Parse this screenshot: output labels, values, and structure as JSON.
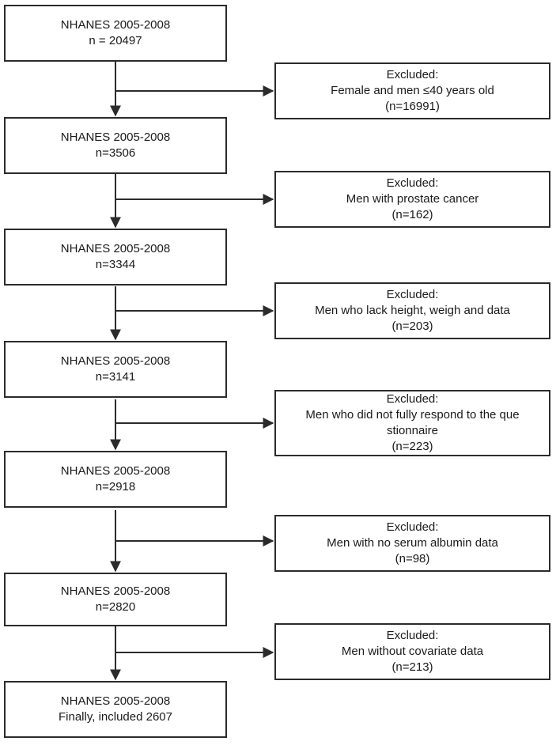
{
  "main_boxes": [
    {
      "title": "NHANES 2005-2008",
      "count": "n = 20497"
    },
    {
      "title": "NHANES 2005-2008",
      "count": "n=3506"
    },
    {
      "title": "NHANES 2005-2008",
      "count": "n=3344"
    },
    {
      "title": "NHANES 2005-2008",
      "count": "n=3141"
    },
    {
      "title": "NHANES 2005-2008",
      "count": "n=2918"
    },
    {
      "title": "NHANES 2005-2008",
      "count": "n=2820"
    },
    {
      "title": "NHANES 2005-2008",
      "count": "Finally, included 2607"
    }
  ],
  "exclusion_boxes": [
    {
      "label": "Excluded:",
      "reason": "Female and men ≤40 years old",
      "reason2": "",
      "count": "(n=16991)"
    },
    {
      "label": "Excluded:",
      "reason": "Men with prostate cancer",
      "reason2": "",
      "count": "(n=162)"
    },
    {
      "label": "Excluded:",
      "reason": "Men who lack height, weigh and data",
      "reason2": "",
      "count": "(n=203)"
    },
    {
      "label": "Excluded:",
      "reason": "Men who did not fully respond to the que",
      "reason2": "stionnaire",
      "count": "(n=223)"
    },
    {
      "label": "Excluded:",
      "reason": "Men with no serum albumin data",
      "reason2": "",
      "count": "(n=98)"
    },
    {
      "label": "Excluded:",
      "reason": "Men without covariate data",
      "reason2": "",
      "count": "(n=213)"
    }
  ]
}
